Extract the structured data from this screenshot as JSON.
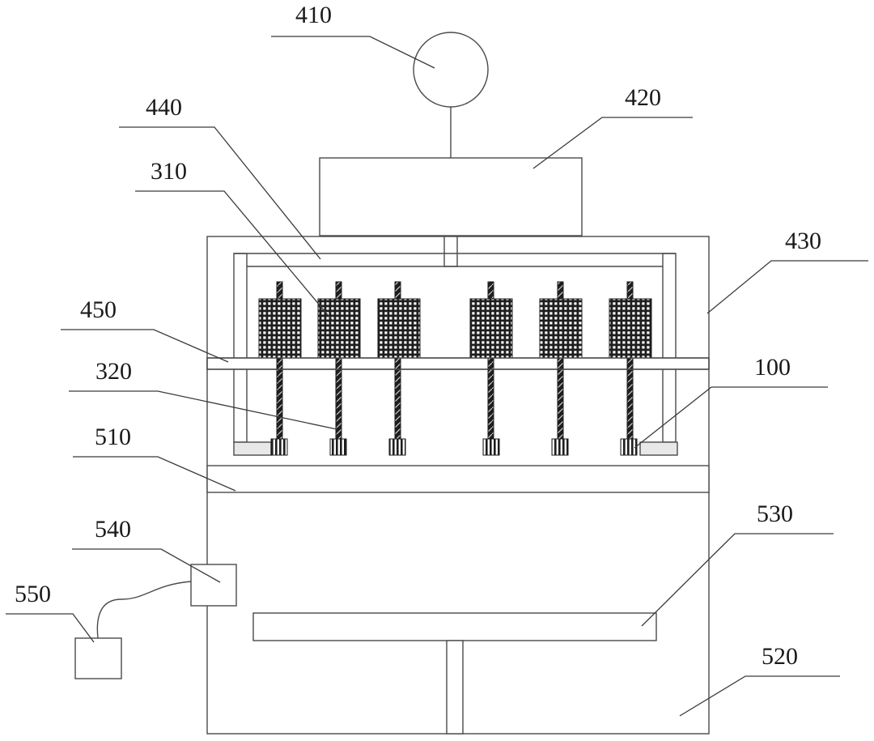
{
  "labels": {
    "l410": "410",
    "l420": "420",
    "l440": "440",
    "l310": "310",
    "l430": "430",
    "l450": "450",
    "l320": "320",
    "l100": "100",
    "l510": "510",
    "l540": "540",
    "l530": "530",
    "l550": "550",
    "l520": "520"
  },
  "colors": {
    "line": "#4a4a4a",
    "text": "#1a1a1a",
    "fill": "#ffffff",
    "dark": "#1e1e1e"
  }
}
